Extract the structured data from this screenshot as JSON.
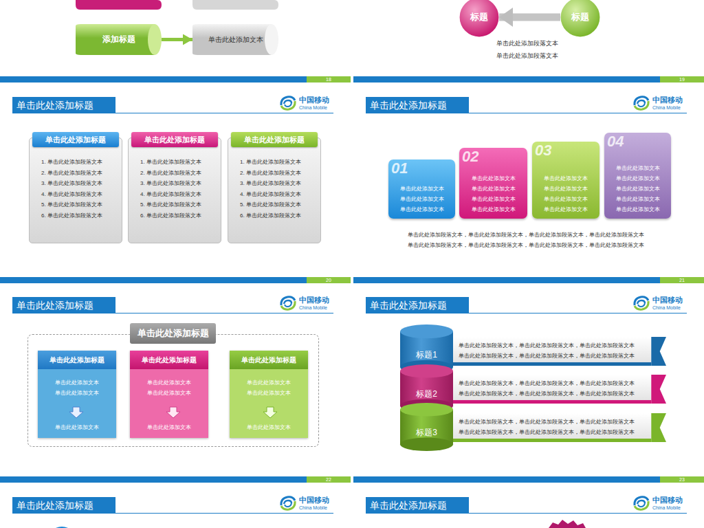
{
  "diagram": {
    "nodes": [
      {
        "text": [
          "添加标题"
        ]
      },
      {
        "text": [
          "单击此处添加文本"
        ]
      },
      {
        "text": [
          "标题"
        ]
      },
      {
        "text": [
          "标题"
        ]
      },
      {
        "text": [
          "单击此处添加标题"
        ]
      },
      {
        "text": [
          "单击此处添加标题",
          "1. 单击此处添加段落文本",
          "2. 单击此处添加段落文本",
          "3. 单击此处添加段落文本",
          "4. 单击此处添加段落文本",
          "5. 单击此处添加段落文本",
          "6. 单击此处添加段落文本"
        ]
      },
      {
        "text": [
          "单击此处添加标题",
          "1. 单击此处添加段落文本",
          "2. 单击此处添加段落文本",
          "3. 单击此处添加段落文本",
          "4. 单击此处添加段落文本",
          "5. 单击此处添加段落文本",
          "6. 单击此处添加段落文本"
        ]
      },
      {
        "text": [
          "单击此处添加标题",
          "1. 单击此处添加段落文本",
          "2. 单击此处添加段落文本",
          "3. 单击此处添加段落文本",
          "4. 单击此处添加段落文本",
          "5. 单击此处添加段落文本",
          "6. 单击此处添加段落文本"
        ]
      },
      {
        "text": [
          "单击此处添加标题"
        ]
      },
      {
        "text": [
          "01",
          "单击此处添加文本",
          "单击此处添加文本",
          "单击此处添加文本"
        ]
      },
      {
        "text": [
          "02",
          "单击此处添加文本",
          "单击此处添加文本",
          "单击此处添加文本",
          "单击此处添加文本"
        ]
      },
      {
        "text": [
          "03",
          "单击此处添加文本",
          "单击此处添加文本",
          "单击此处添加文本",
          "单击此处添加文本"
        ]
      },
      {
        "text": [
          "04",
          "单击此处添加文本",
          "单击此处添加文本",
          "单击此处添加文本",
          "单击此处添加文本",
          "单击此处添加文本"
        ]
      },
      {
        "text": [
          "单击此处添加标题"
        ]
      },
      {
        "text": [
          "单击此处添加标题"
        ]
      },
      {
        "text": [
          "单击此处添加标题",
          "单击此处添加文本",
          "单击此处添加文本",
          "单击此处添加文本"
        ],
        "in": 14
      },
      {
        "text": [
          "单击此处添加标题",
          "单击此处添加文本",
          "单击此处添加文本",
          "单击此处添加文本"
        ],
        "in": 14
      },
      {
        "text": [
          "单击此处添加标题",
          "单击此处添加文本",
          "单击此处添加文本",
          "单击此处添加文本"
        ],
        "in": 14
      },
      {
        "text": [
          "单击此处添加标题"
        ]
      },
      {
        "text": [
          "标题1"
        ]
      },
      {
        "text": [
          "单击此处添加段落文本，单击此处添加段落文本，单击此处添加段落文本",
          "单击此处添加段落文本，单击此处添加段落文本，单击此处添加段落文本"
        ]
      },
      {
        "text": [
          "标题2"
        ]
      },
      {
        "text": [
          "单击此处添加段落文本，单击此处添加段落文本，单击此处添加段落文本",
          "单击此处添加段落文本，单击此处添加段落文本，单击此处添加段落文本"
        ]
      },
      {
        "text": [
          "标题3"
        ]
      },
      {
        "text": [
          "单击此处添加段落文本，单击此处添加段落文本，单击此处添加段落文本",
          "单击此处添加段落文本，单击此处添加段落文本，单击此处添加段落文本"
        ]
      },
      {
        "text": [
          "单击此处添加标题"
        ]
      },
      {
        "text": [
          "单击此处添加标题"
        ]
      }
    ],
    "edges": [
      {
        "from": 0,
        "to": 1,
        "arrow": "to"
      },
      {
        "from": 3,
        "to": 2,
        "arrow": "to"
      }
    ],
    "labels": [
      "单击此处添加段落文本",
      "单击此处添加段落文本",
      "18",
      "19",
      "中国移动",
      "China Mobile",
      "中国移动",
      "China Mobile",
      "单击此处添加段落文本，单击此处添加段落文本，单击此处添加段落文本，单击此处添加段落文本",
      "单击此处添加段落文本，单击此处添加段落文本，单击此处添加段落文本，单击此处添加段落文本",
      "20",
      "21",
      "中国移动",
      "China Mobile",
      "中国移动",
      "China Mobile",
      "22",
      "23",
      "中国移动",
      "China Mobile",
      "中国移动",
      "China Mobile"
    ]
  }
}
